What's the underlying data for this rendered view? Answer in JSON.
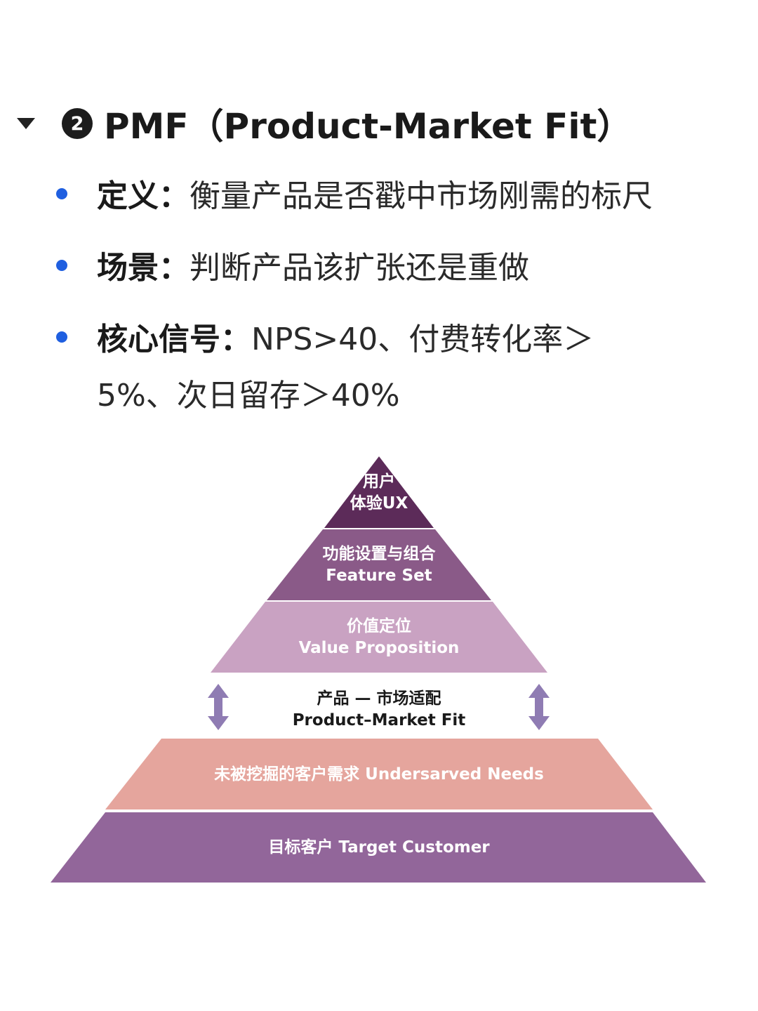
{
  "heading": {
    "badge": "2",
    "title": "PMF（Product-Market Fit）"
  },
  "bullets": [
    {
      "label": "定义：",
      "text": "衡量产品是否戳中市场刚需的标尺"
    },
    {
      "label": "场景：",
      "text": "判断产品该扩张还是重做"
    },
    {
      "label": "核心信号：",
      "text": "NPS>40、付费转化率＞5%、次日留存＞40%"
    }
  ],
  "pyramid": {
    "top_layers": [
      {
        "lines": [
          "用户",
          "体验UX"
        ],
        "color": "#5c2b59"
      },
      {
        "lines": [
          "功能设置与组合",
          "Feature Set"
        ],
        "color": "#8a5a88"
      },
      {
        "lines": [
          "价值定位",
          "Value Proposition"
        ],
        "color": "#c9a2c2"
      }
    ],
    "fit_label": [
      "产品 — 市场适配",
      "Product–Market Fit"
    ],
    "bottom_layers": [
      {
        "text": "未被挖掘的客户需求 Undersarved Needs",
        "color": "#e5a59d"
      },
      {
        "text": "目标客户 Target Customer",
        "color": "#92669a"
      }
    ],
    "arrow_color": "#8f7cb3"
  }
}
